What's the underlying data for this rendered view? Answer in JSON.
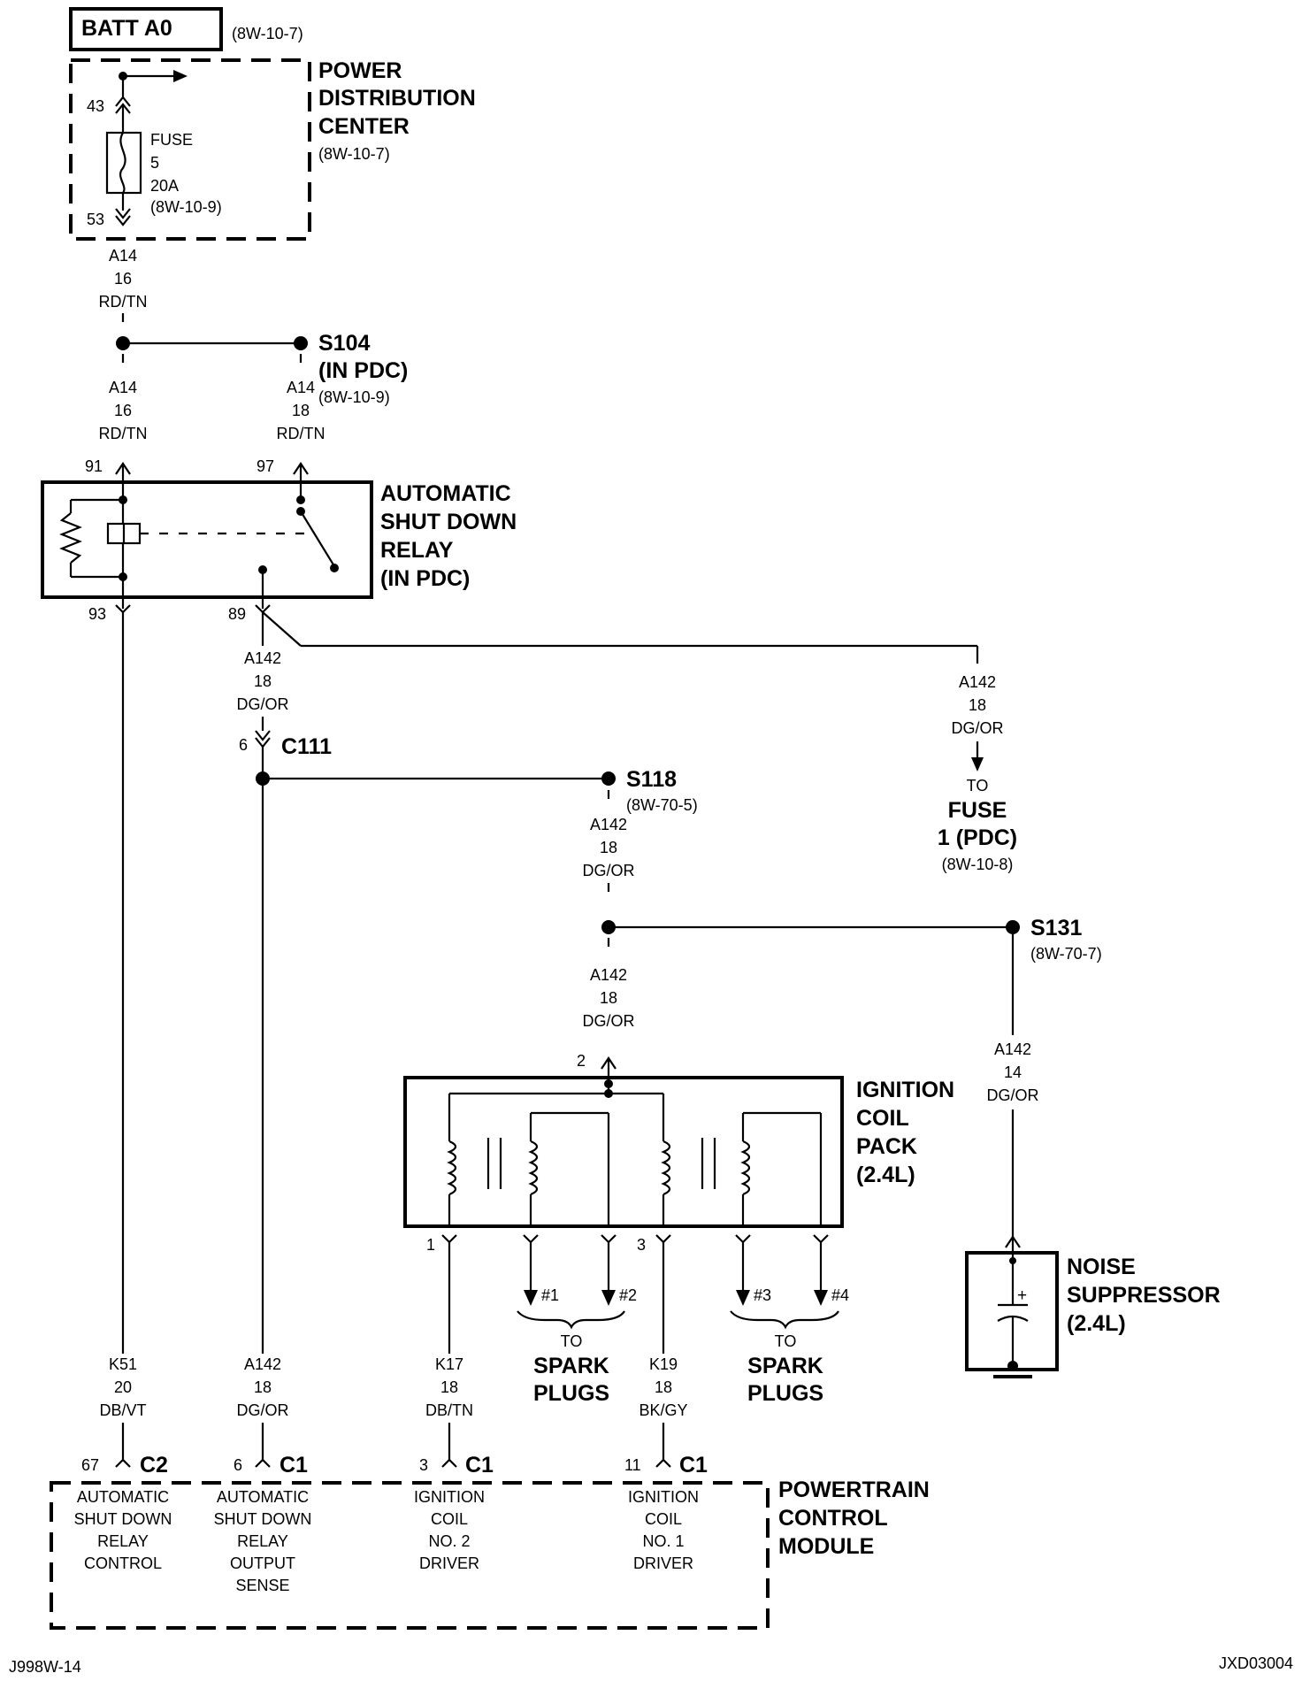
{
  "battery": {
    "label": "BATT A0",
    "ref": "(8W-10-7)"
  },
  "pdc": {
    "title1": "POWER",
    "title2": "DISTRIBUTION",
    "title3": "CENTER",
    "ref": "(8W-10-7)",
    "pin_in": "43",
    "pin_out": "53",
    "fuse_label": "FUSE",
    "fuse_num": "5",
    "fuse_rating": "20A",
    "fuse_ref": "(8W-10-9)"
  },
  "wire_pdc_out": {
    "circuit": "A14",
    "gauge": "16",
    "color": "RD/TN"
  },
  "s104": {
    "name": "S104",
    "sub": "(IN PDC)",
    "ref": "(8W-10-9)"
  },
  "wire_to_91": {
    "circuit": "A14",
    "gauge": "16",
    "color": "RD/TN"
  },
  "wire_to_97": {
    "circuit": "A14",
    "gauge": "18",
    "color": "RD/TN"
  },
  "asd_relay": {
    "title1": "AUTOMATIC",
    "title2": "SHUT DOWN",
    "title3": "RELAY",
    "title4": "(IN PDC)",
    "pin_91": "91",
    "pin_97": "97",
    "pin_93": "93",
    "pin_89": "89"
  },
  "wire_89_down": {
    "circuit": "A142",
    "gauge": "18",
    "color": "DG/OR"
  },
  "wire_to_fuse1": {
    "circuit": "A142",
    "gauge": "18",
    "color": "DG/OR"
  },
  "fuse1": {
    "to": "TO",
    "line1": "FUSE",
    "line2": "1 (PDC)",
    "ref": "(8W-10-8)"
  },
  "c111": {
    "pin": "6",
    "name": "C111"
  },
  "s118": {
    "name": "S118",
    "ref": "(8W-70-5)"
  },
  "wire_s118_down": {
    "circuit": "A142",
    "gauge": "18",
    "color": "DG/OR"
  },
  "wire_to_coil": {
    "circuit": "A142",
    "gauge": "18",
    "color": "DG/OR"
  },
  "s131": {
    "name": "S131",
    "ref": "(8W-70-7)"
  },
  "wire_to_noise": {
    "circuit": "A142",
    "gauge": "14",
    "color": "DG/OR"
  },
  "coil_pack": {
    "title1": "IGNITION",
    "title2": "COIL",
    "title3": "PACK",
    "title4": "(2.4L)",
    "pin_in": "2",
    "pin_1": "1",
    "pin_3": "3"
  },
  "spark_group_1": {
    "p1": "#1",
    "p2": "#2",
    "to": "TO",
    "line1": "SPARK",
    "line2": "PLUGS"
  },
  "spark_group_2": {
    "p1": "#3",
    "p2": "#4",
    "to": "TO",
    "line1": "SPARK",
    "line2": "PLUGS"
  },
  "noise_suppressor": {
    "title1": "NOISE",
    "title2": "SUPPRESSOR",
    "title3": "(2.4L)"
  },
  "wire_k51": {
    "circuit": "K51",
    "gauge": "20",
    "color": "DB/VT"
  },
  "wire_a142_pcm": {
    "circuit": "A142",
    "gauge": "18",
    "color": "DG/OR"
  },
  "wire_k17": {
    "circuit": "K17",
    "gauge": "18",
    "color": "DB/TN"
  },
  "wire_k19": {
    "circuit": "K19",
    "gauge": "18",
    "color": "BK/GY"
  },
  "pcm": {
    "title1": "POWERTRAIN",
    "title2": "CONTROL",
    "title3": "MODULE",
    "pins": [
      {
        "num": "67",
        "conn": "C2",
        "l1": "AUTOMATIC",
        "l2": "SHUT DOWN",
        "l3": "RELAY",
        "l4": "CONTROL",
        "l5": ""
      },
      {
        "num": "6",
        "conn": "C1",
        "l1": "AUTOMATIC",
        "l2": "SHUT DOWN",
        "l3": "RELAY",
        "l4": "OUTPUT",
        "l5": "SENSE"
      },
      {
        "num": "3",
        "conn": "C1",
        "l1": "IGNITION",
        "l2": "COIL",
        "l3": "NO. 2",
        "l4": "DRIVER",
        "l5": ""
      },
      {
        "num": "11",
        "conn": "C1",
        "l1": "IGNITION",
        "l2": "COIL",
        "l3": "NO. 1",
        "l4": "DRIVER",
        "l5": ""
      }
    ]
  },
  "footer": {
    "left": "J998W-14",
    "right": "JXD03004"
  }
}
